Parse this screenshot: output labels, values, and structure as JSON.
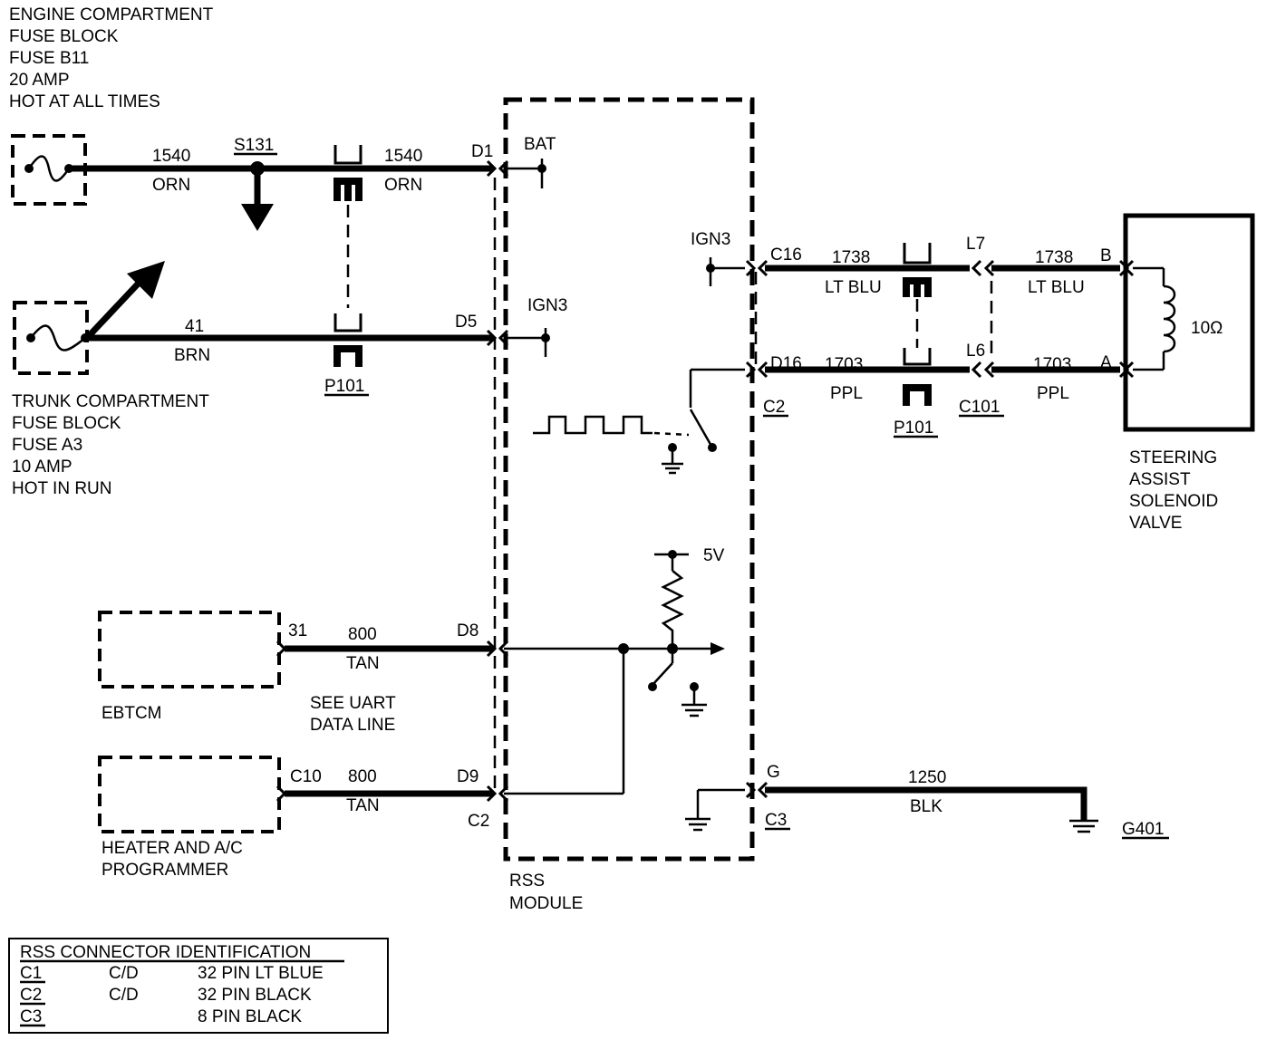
{
  "fuse_b11": {
    "line1": "ENGINE COMPARTMENT",
    "line2": "FUSE BLOCK",
    "line3": "FUSE B11",
    "line4": "20 AMP",
    "line5": "HOT AT ALL TIMES"
  },
  "fuse_a3": {
    "line1": "TRUNK COMPARTMENT",
    "line2": "FUSE BLOCK",
    "line3": "FUSE A3",
    "line4": "10 AMP",
    "line5": "HOT IN RUN"
  },
  "splice": "S131",
  "wires": {
    "w1540": {
      "circuit": "1540",
      "color": "ORN"
    },
    "w41": {
      "circuit": "41",
      "color": "BRN"
    },
    "w1738": {
      "circuit": "1738",
      "color": "LT BLU"
    },
    "w1703": {
      "circuit": "1703",
      "color": "PPL"
    },
    "w800": {
      "circuit": "800",
      "color": "TAN"
    },
    "w1250": {
      "circuit": "1250",
      "color": "BLK"
    }
  },
  "connectors": {
    "p101": "P101",
    "c101": "C101",
    "c2": "C2",
    "c3": "C3"
  },
  "pins": {
    "d1": "D1",
    "d5": "D5",
    "d8": "D8",
    "d9": "D9",
    "c16": "C16",
    "d16": "D16",
    "g": "G",
    "l7": "L7",
    "l6": "L6",
    "b": "B",
    "a": "A",
    "p31": "31",
    "c10": "C10"
  },
  "module": {
    "bat": "BAT",
    "ign3": "IGN3",
    "v5": "5V",
    "label_line1": "RSS",
    "label_line2": "MODULE"
  },
  "solenoid": {
    "resistance": "10Ω",
    "line1": "STEERING",
    "line2": "ASSIST",
    "line3": "SOLENOID",
    "line4": "VALVE"
  },
  "ebtcm": "EBTCM",
  "uart_note": {
    "line1": "SEE UART",
    "line2": "DATA LINE"
  },
  "heater": {
    "line1": "HEATER AND A/C",
    "line2": "PROGRAMMER"
  },
  "ground": "G401",
  "connector_table": {
    "title": "RSS CONNECTOR IDENTIFICATION",
    "rows": [
      {
        "id": "C1",
        "color": "C/D",
        "desc": "32 PIN LT BLUE"
      },
      {
        "id": "C2",
        "color": "C/D",
        "desc": "32 PIN BLACK"
      },
      {
        "id": "C3",
        "color": "",
        "desc": "8 PIN BLACK"
      }
    ]
  }
}
